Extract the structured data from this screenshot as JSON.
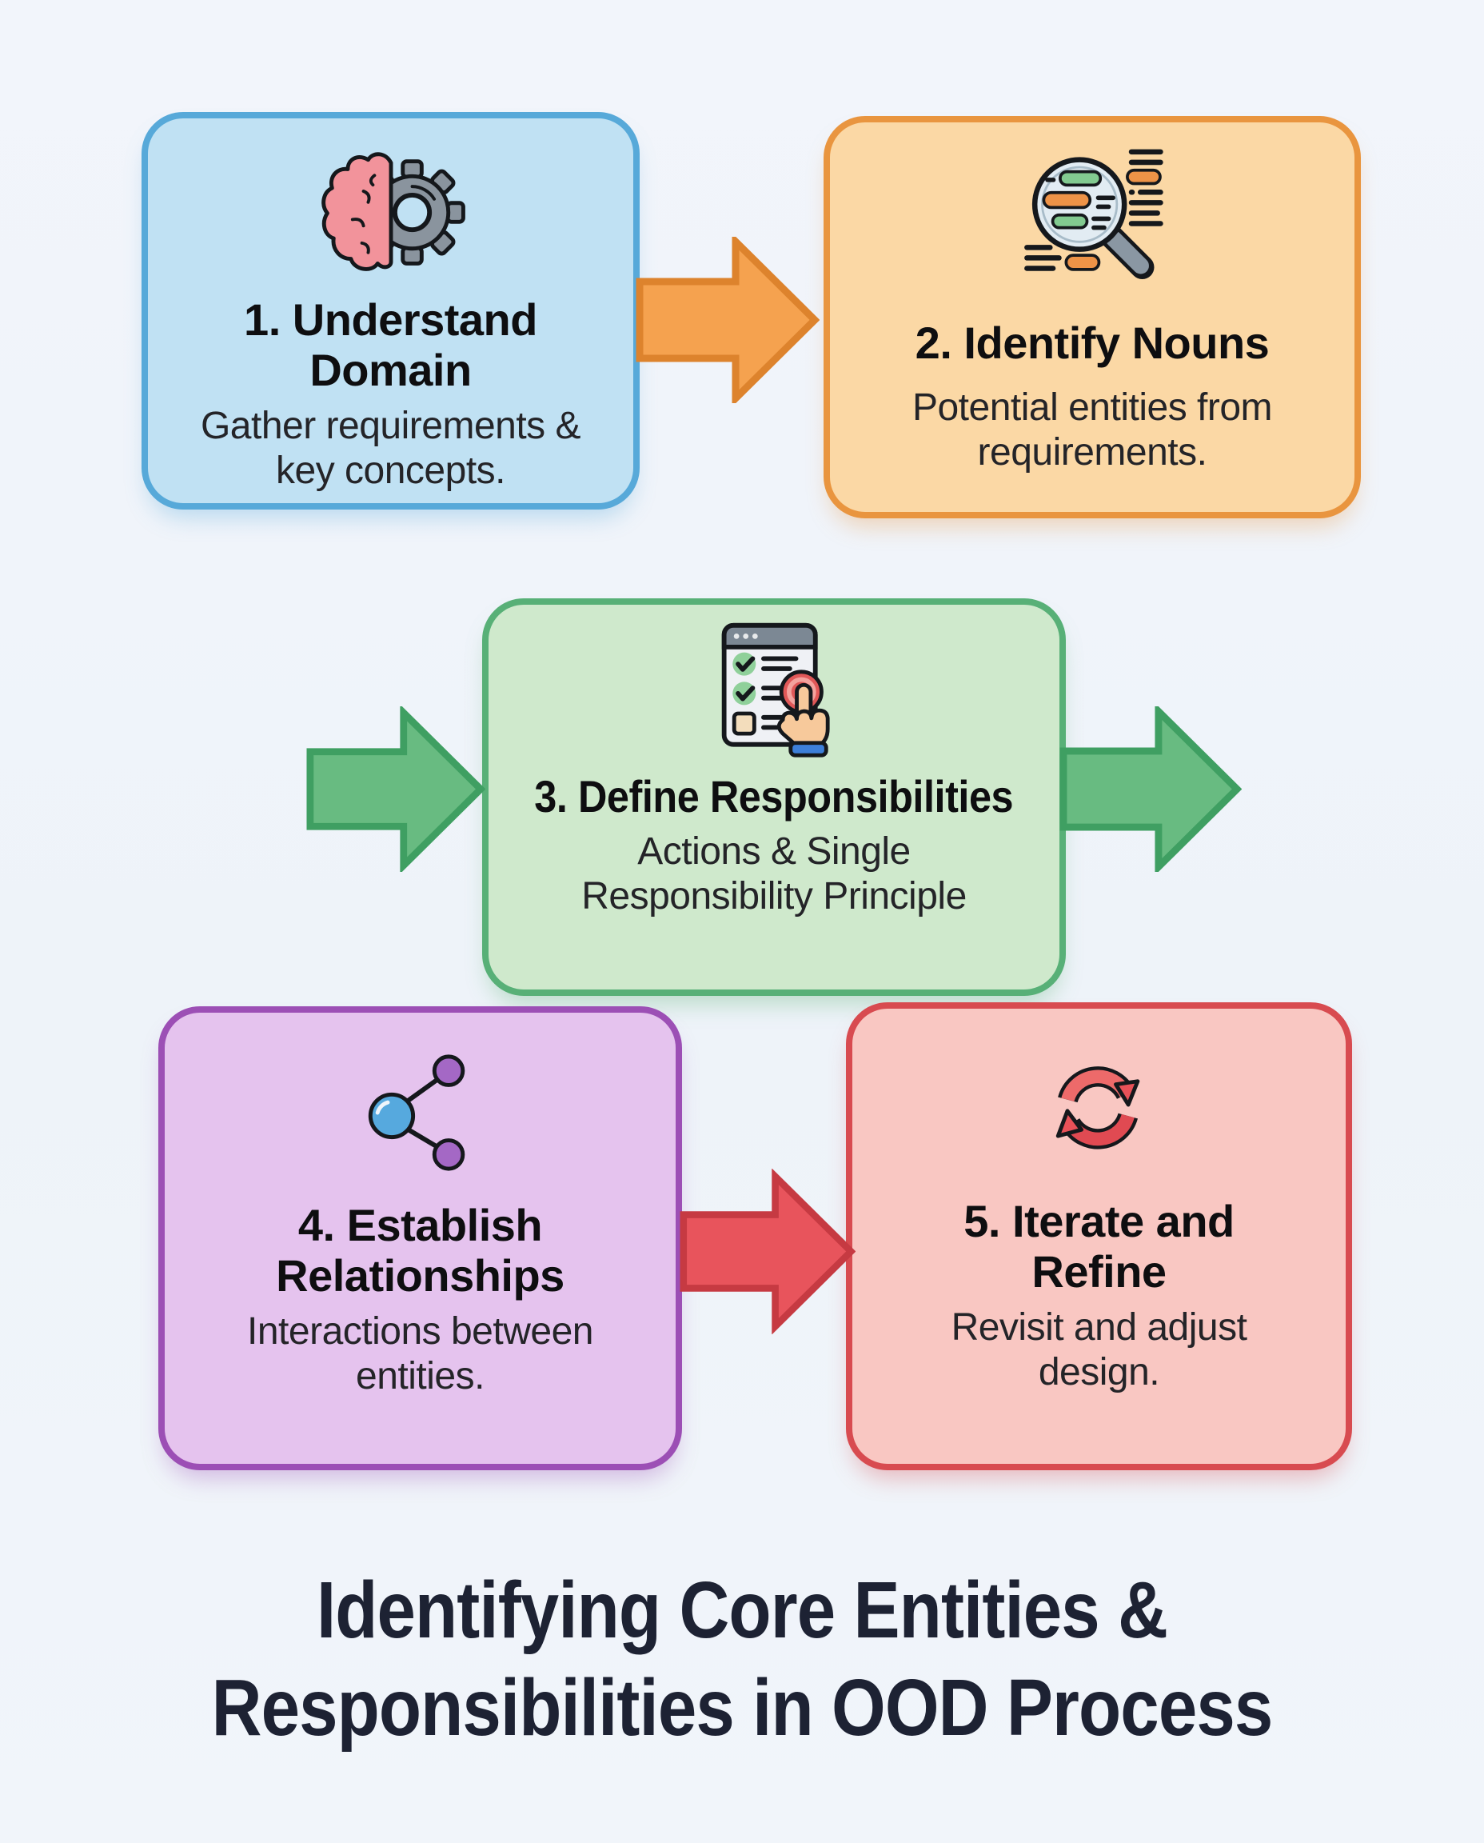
{
  "title": {
    "text": "Identifying Core Entities &\nResponsibilities in OOD Process"
  },
  "steps": [
    {
      "id": 1,
      "heading": "1. Understand\nDomain",
      "description": "Gather requirements &\nkey concepts.",
      "icon": "brain-gear-icon",
      "fill": "#c0e1f3",
      "border": "#57a9d9"
    },
    {
      "id": 2,
      "heading": "2. Identify Nouns",
      "description": "Potential entities from\nrequirements.",
      "icon": "magnifier-analysis-icon",
      "fill": "#fbd8a5",
      "border": "#e9953f"
    },
    {
      "id": 3,
      "heading": "3. Define Responsibilities",
      "description": "Actions & Single\nResponsibility Principle",
      "icon": "checklist-click-icon",
      "fill": "#cfe9cc",
      "border": "#58b077"
    },
    {
      "id": 4,
      "heading": "4. Establish\nRelationships",
      "description": "Interactions between\nentities.",
      "icon": "share-nodes-icon",
      "fill": "#e5c3ee",
      "border": "#9c4fb5"
    },
    {
      "id": 5,
      "heading": "5. Iterate and\nRefine",
      "description": "Revisit and adjust\ndesign.",
      "icon": "iterate-cycle-icon",
      "fill": "#f9c7c2",
      "border": "#d84b50"
    }
  ],
  "arrows": [
    {
      "name": "arrow-step1-to-step2",
      "fill": "#f5a24f",
      "stroke": "#dd832d"
    },
    {
      "name": "arrow-into-step3",
      "fill": "#68bb81",
      "stroke": "#3f9f62"
    },
    {
      "name": "arrow-out-of-step3",
      "fill": "#68bb81",
      "stroke": "#3f9f62"
    },
    {
      "name": "arrow-step4-to-step5",
      "fill": "#e8545c",
      "stroke": "#c63a42"
    }
  ]
}
